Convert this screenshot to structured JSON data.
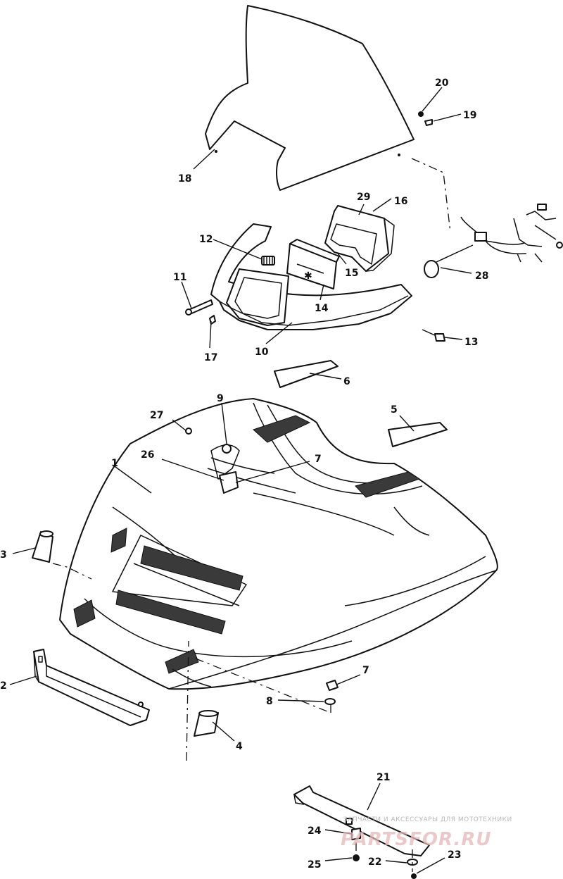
{
  "callouts": [
    "1",
    "2",
    "3",
    "4",
    "5",
    "6",
    "7",
    "7",
    "8",
    "9",
    "10",
    "11",
    "12",
    "13",
    "14",
    "15",
    "16",
    "17",
    "18",
    "19",
    "20",
    "21",
    "22",
    "23",
    "24",
    "25",
    "26",
    "27",
    "28",
    "29"
  ],
  "watermark": {
    "caption": "ЗАПЧАСТИ И АКСЕССУАРЫ ДЛЯ МОТОТЕХНИКИ",
    "logo": "PARTSFOR.RU"
  }
}
